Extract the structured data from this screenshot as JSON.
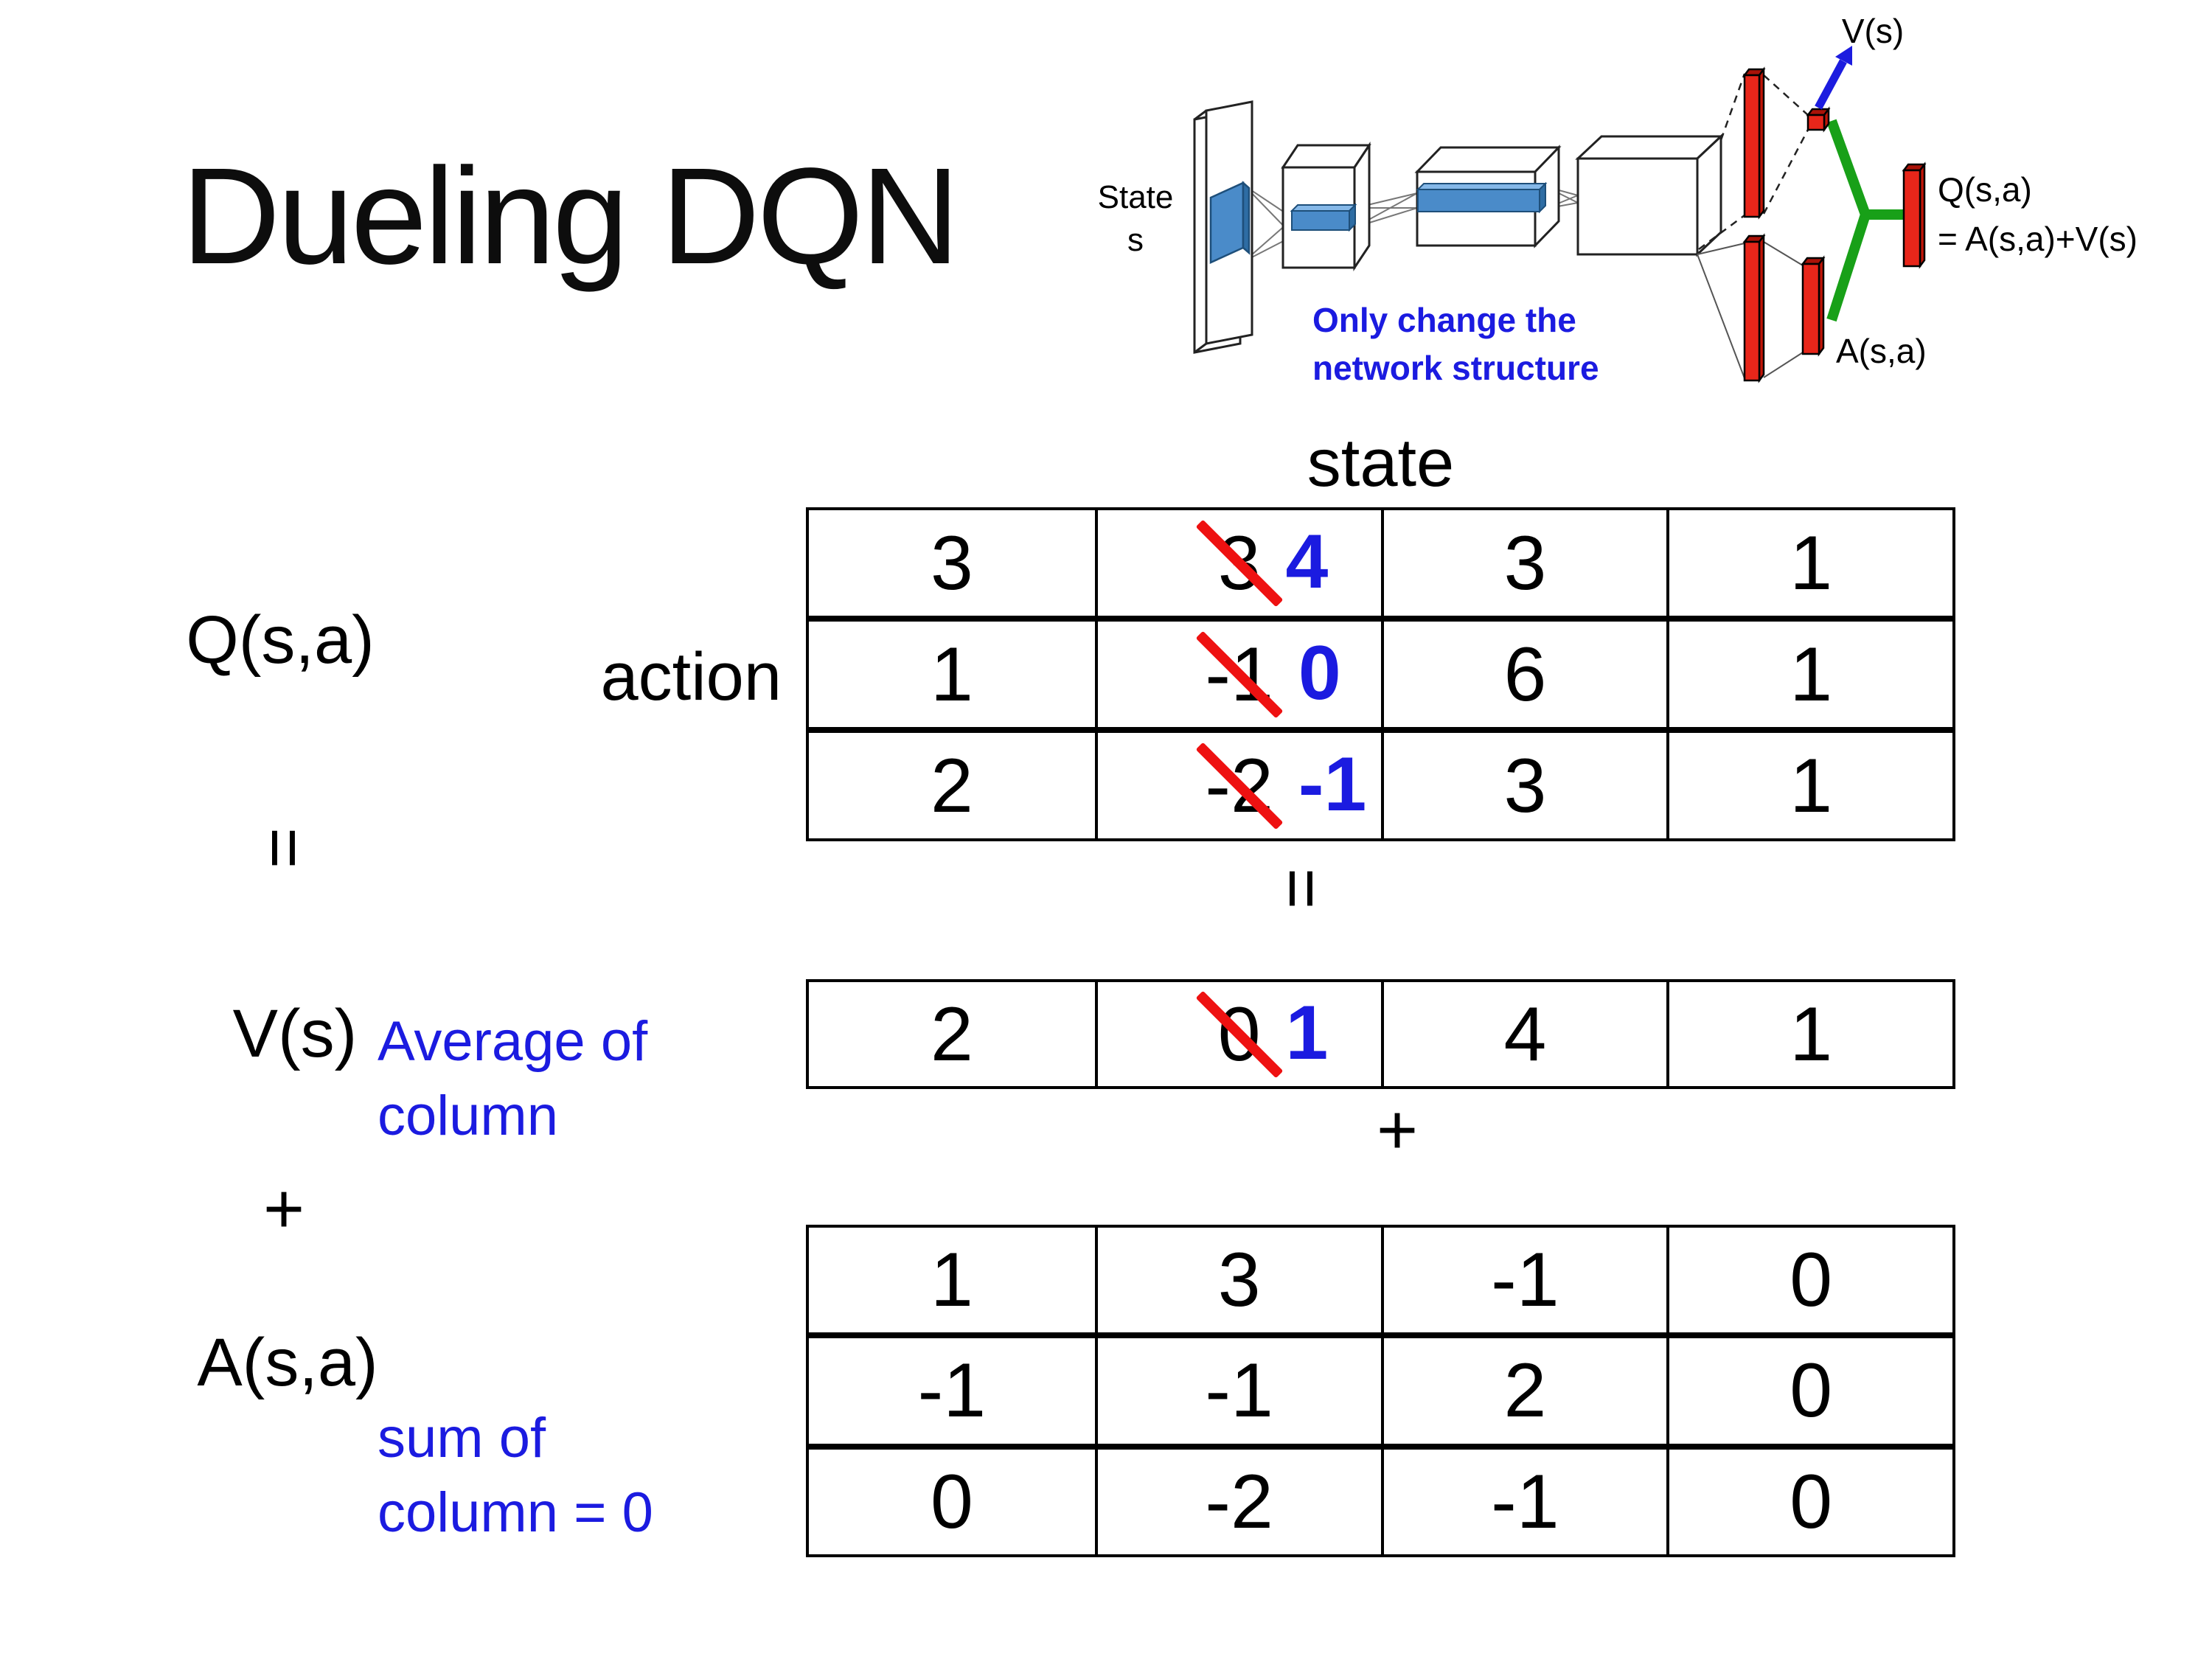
{
  "slide": {
    "title": "Dueling DQN"
  },
  "diagram": {
    "state_line1": "State",
    "state_line2": "s",
    "note_line1": "Only change the",
    "note_line2": "network structure",
    "v_out_label": "V(s)",
    "q_out_line1": "Q(s,a)",
    "q_out_line2": "= A(s,a)+V(s)",
    "a_out_label": "A(s,a)"
  },
  "decomposition": {
    "q_label": "Q(s,a)",
    "equals_left": "=",
    "v_label": "V(s)",
    "plus_left": "+",
    "a_label": "A(s,a)",
    "average_note_line1": "Average of",
    "average_note_line2": "column",
    "sum_note_line1": "sum of",
    "sum_note_line2": "column = 0",
    "state_header": "state",
    "action_label": "action",
    "equals_middle": "=",
    "plus_middle": "+"
  },
  "q_table": {
    "rows": [
      {
        "c0": "3",
        "c1_old": "3",
        "c1_new": "4",
        "c2": "3",
        "c3": "1"
      },
      {
        "c0": "1",
        "c1_old": "-1",
        "c1_new": "0",
        "c2": "6",
        "c3": "1"
      },
      {
        "c0": "2",
        "c1_old": "-2",
        "c1_new": "-1",
        "c2": "3",
        "c3": "1"
      }
    ]
  },
  "v_table": {
    "row": {
      "c0": "2",
      "c1_old": "0",
      "c1_new": "1",
      "c2": "4",
      "c3": "1"
    }
  },
  "a_table": {
    "rows": [
      {
        "c0": "1",
        "c1": "3",
        "c2": "-1",
        "c3": "0"
      },
      {
        "c0": "-1",
        "c1": "-1",
        "c2": "2",
        "c3": "0"
      },
      {
        "c0": "0",
        "c1": "-2",
        "c2": "-1",
        "c3": "0"
      }
    ]
  },
  "colors": {
    "annotation_blue": "#1b1be0",
    "crossout_red": "#ee1111",
    "bar_red": "#e8261a",
    "bar_red_dark": "#aa1208",
    "merge_green": "#18a018",
    "arrow_blue": "#1c1cdf",
    "filter_blue": "#4a8bc9"
  }
}
